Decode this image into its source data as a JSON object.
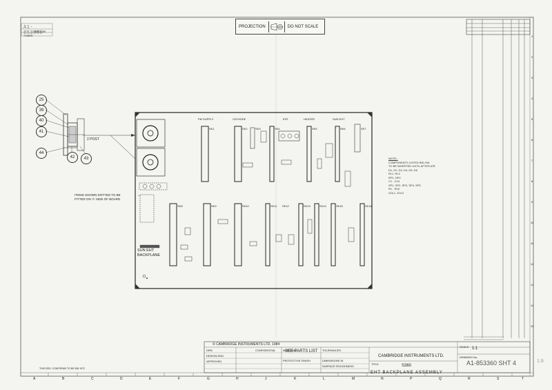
{
  "header": {
    "drawing_number_top": "A1-853360",
    "used_on_label": "USED ON",
    "ref_number": "713876",
    "projection_label": "PROJECTION",
    "do_not_scale": "DO NOT SCALE"
  },
  "callouts": {
    "balloons": [
      "25",
      "39",
      "40",
      "41",
      "44",
      "42",
      "43"
    ],
    "two_post": "2 POST"
  },
  "board": {
    "items_note_lines": [
      "ITEMS SHOWN DOTTED TO BE",
      "FITTED ON 'A' SIDE OF BOARD"
    ],
    "caption_lines": [
      "SUN EHT",
      "BACKPLANE"
    ],
    "top_labels": [
      "PM SUPPLY",
      "CATHODE",
      "EHT",
      "HEATER",
      "SUN EHT"
    ],
    "slots_top": [
      "SK1",
      "SK2",
      "SK3",
      "SK4",
      "SK5",
      "SK6",
      "SK7"
    ],
    "slots_bottom": [
      "SK8",
      "SK9",
      "SK10",
      "SK11",
      "SK12",
      "SK13",
      "SK14",
      "SK15",
      "SK16"
    ]
  },
  "note": {
    "title": "NOTE:-",
    "lines": [
      "COMPONENTS LISTED BELOW",
      "TO BE INSERTED UNTIL AFTER ATE",
      "D1, D2, D3, D4, D5, D6",
      "RL1, RL2",
      "RP1, RP2",
      "C1 - C24",
      "SP1, SP2, SP3, SP4, SP5",
      "R1 - R15",
      "ZOL1, ZOL2"
    ]
  },
  "title_block": {
    "copyright": "© CAMBRIDGE INSTRUMENTS LTD. 1984",
    "confidential": "CONFIDENTIAL",
    "material_label": "MATERIAL",
    "parts_list": "SEE PARTS LIST",
    "tolerances_label": "TOLERANCES",
    "protective_finish": "PROTECTIVE FINISH",
    "dimensions_label": "DIMENSIONS IN",
    "surface_roughness": "SURFACE ROUGHNESS",
    "company": "CAMBRIDGE INSTRUMENTS LTD.",
    "title_label": "TITLE",
    "model": "S360",
    "drawing_title": "EHT BACKPLANE ASSEMBLY",
    "scale_label": "SCALE",
    "scale_value": "1:1",
    "drawing_no_label": "DRAWING No.",
    "drawing_number": "A1-853360 SHT 4",
    "drawn_label": "DRN",
    "design_eng_label": "DESIGN ENG",
    "approved_label": "APPROVED",
    "conforms_note": "THIS DRG. CONFORMS TO BS 308 1972",
    "side_number": "1.8"
  },
  "grid": {
    "bottom_letters": [
      "A",
      "B",
      "C",
      "D",
      "E",
      "F",
      "G",
      "H",
      "J",
      "K",
      "L",
      "M",
      "N",
      "P",
      "Q",
      "R",
      "S",
      "T"
    ],
    "right_numbers": [
      "1",
      "2",
      "3",
      "4",
      "5",
      "6",
      "7",
      "8",
      "9",
      "10",
      "11",
      "12",
      "13",
      "14",
      "15"
    ]
  }
}
